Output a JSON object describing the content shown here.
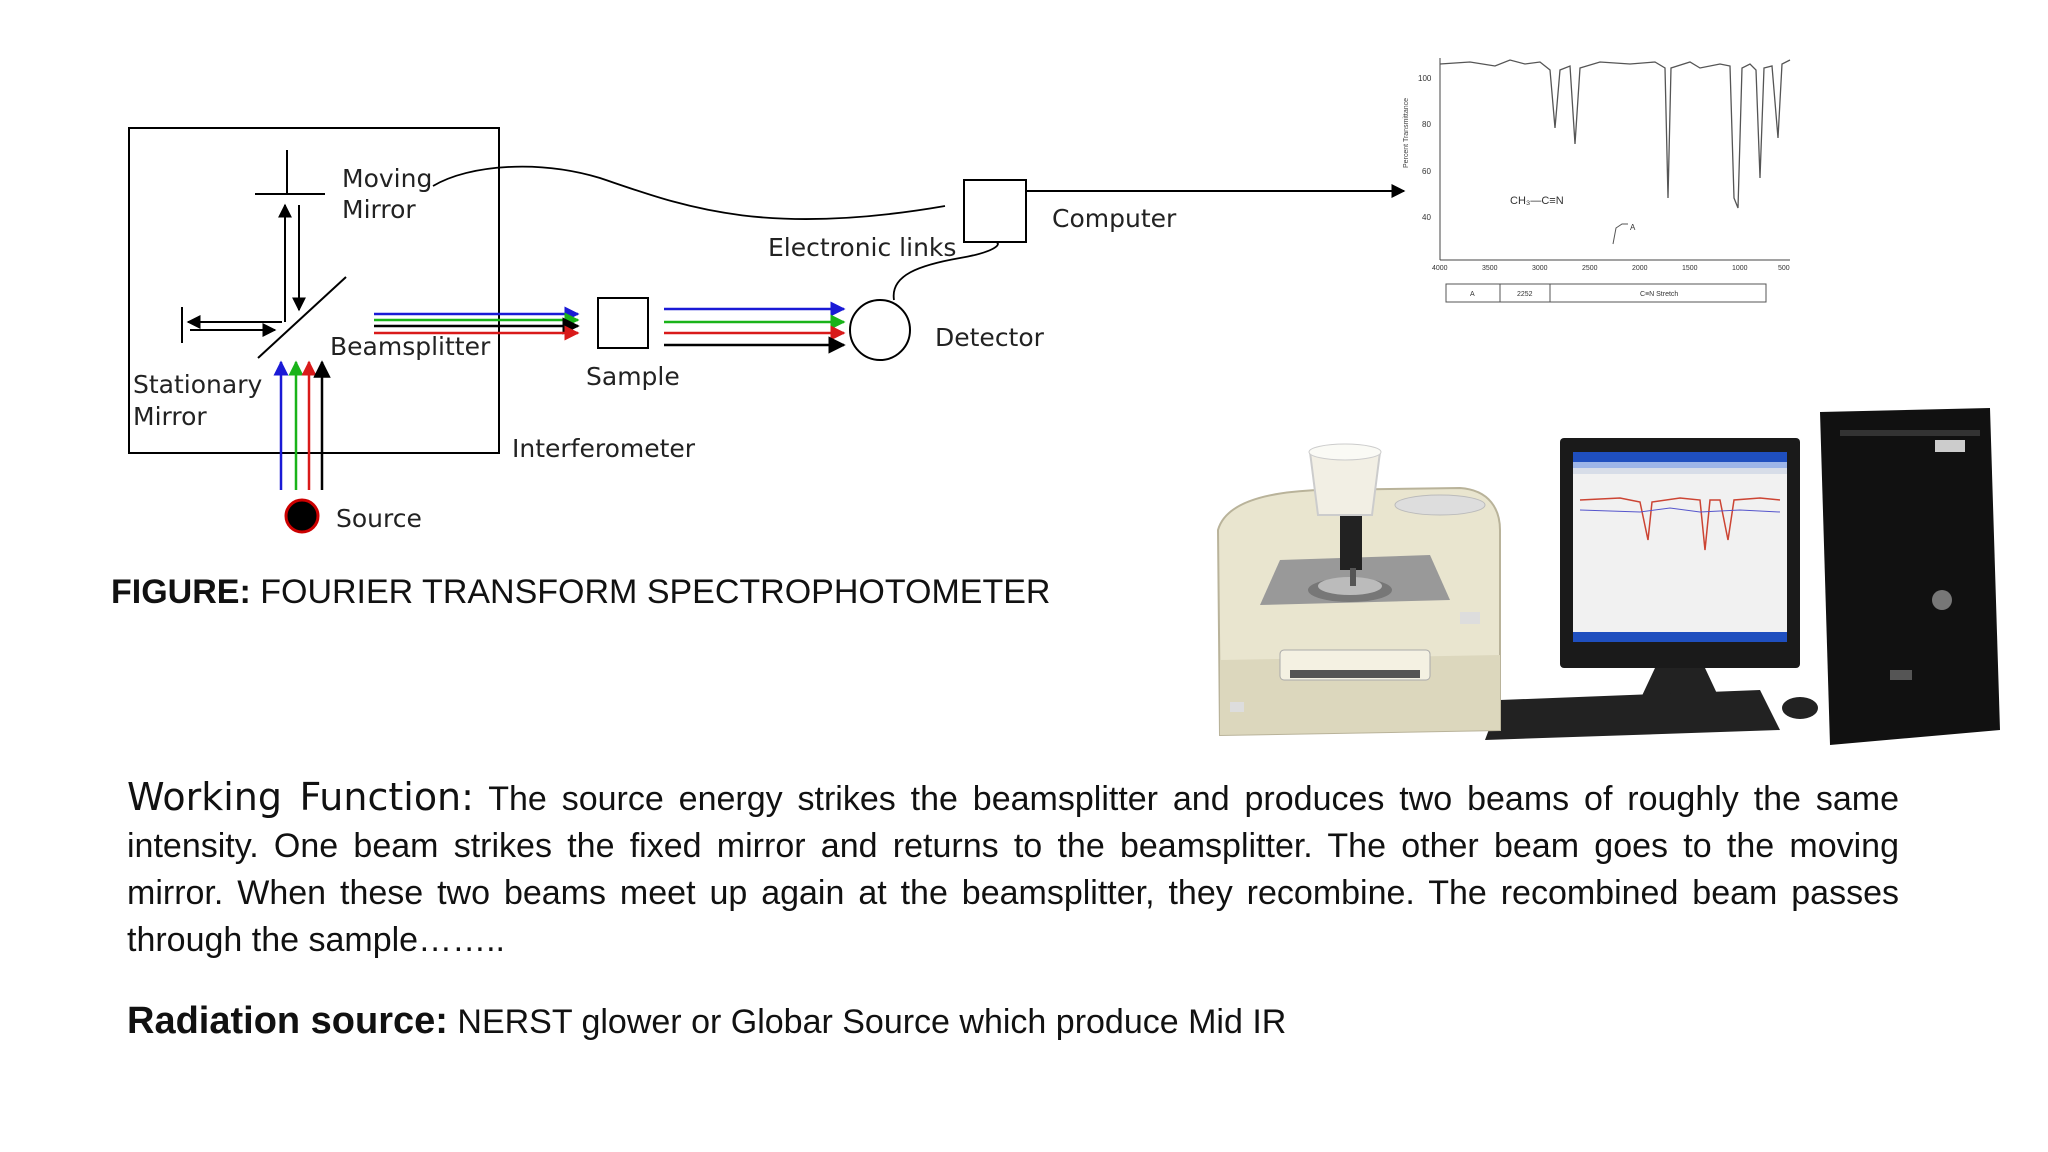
{
  "diagram": {
    "labels": {
      "moving_mirror": [
        "Moving",
        "Mirror"
      ],
      "stationary_mirror": [
        "Stationary",
        "Mirror"
      ],
      "beamsplitter": "Beamsplitter",
      "interferometer": "Interferometer",
      "source": "Source",
      "sample": "Sample",
      "electronic_links": "Electronic links",
      "computer": "Computer",
      "detector": "Detector"
    },
    "beam_colors": {
      "blue": "#1a1ad6",
      "green": "#19b319",
      "red": "#d91a1a",
      "black": "#000000"
    }
  },
  "spectrum": {
    "y_ticks": [
      "100",
      "80",
      "60",
      "40"
    ],
    "x_ticks": [
      "4000",
      "3500",
      "3000",
      "2500",
      "2000",
      "1500",
      "1000",
      "500"
    ],
    "formula": "CH₃—C≡N",
    "peak_label": "A",
    "table": [
      "A",
      "2252",
      "C≡N Stretch"
    ]
  },
  "caption": {
    "bold": "FIGURE:",
    "text": " FOURIER TRANSFORM SPECTROPHOTOMETER"
  },
  "working": {
    "lead": "Working Function:",
    "text": " The source energy strikes the beamsplitter and produces two beams of roughly the same intensity. One beam strikes the fixed mirror and returns to the beamsplitter. The other beam goes to the moving mirror. When these two beams meet up again at the beamsplitter, they recombine. The recombined beam passes through the sample…….."
  },
  "radiation": {
    "lead": "Radiation source:",
    "text": " NERST glower or Globar Source which produce Mid IR"
  },
  "colors": {
    "text": "#111111",
    "instrument_body": "#e9e5cf",
    "screen": "#1f4fbf"
  }
}
